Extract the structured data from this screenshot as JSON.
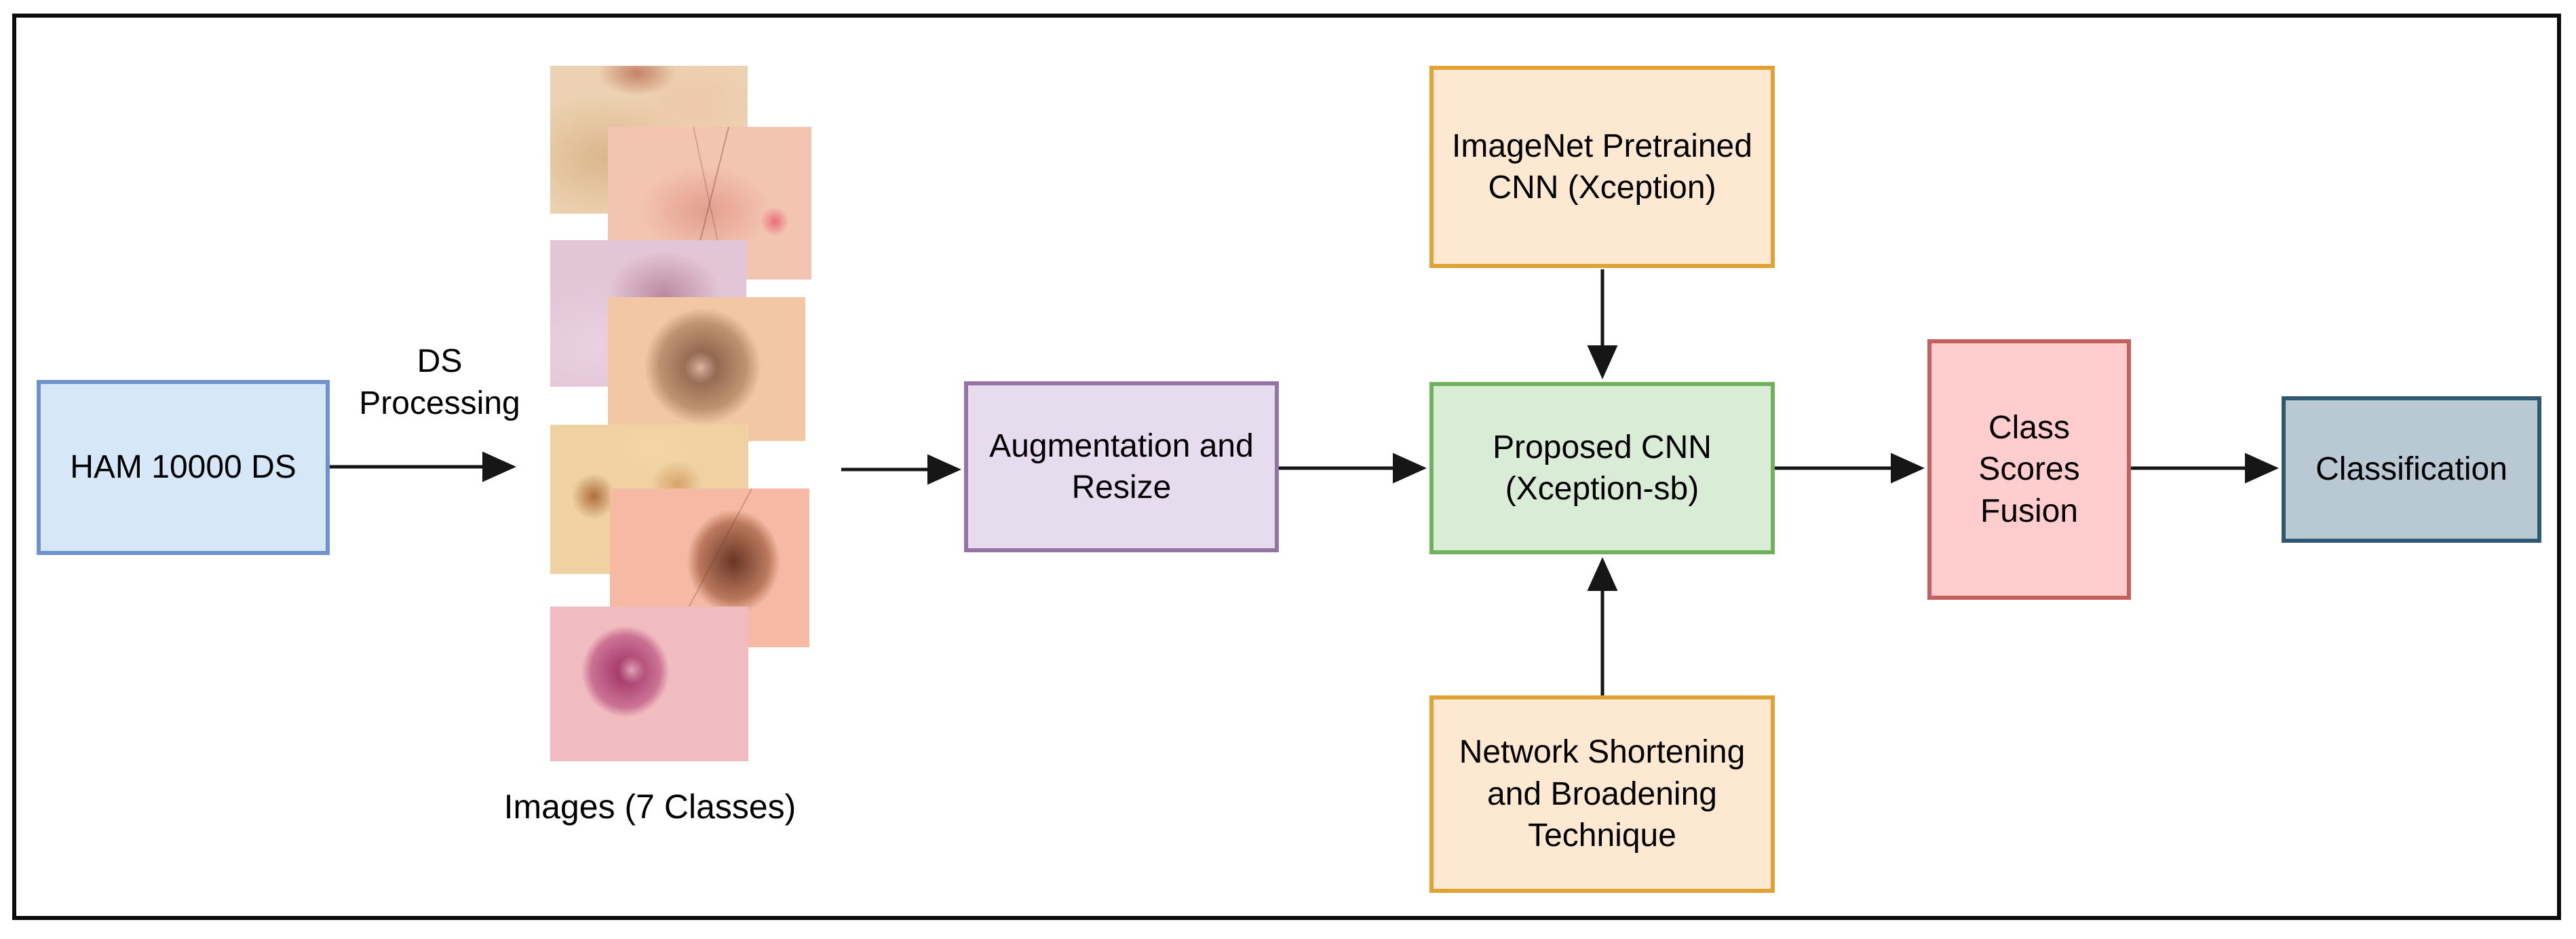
{
  "figure": {
    "type": "flow-diagram",
    "topic": "Skin lesion classification pipeline (HAM10000)"
  },
  "colors": {
    "arrow": "#161616",
    "frame": "#0c0c0c"
  },
  "labels": {
    "ds_processing": "DS\nProcessing",
    "images_caption": "Images (7 Classes)"
  },
  "nodes": {
    "dataset": {
      "label": "HAM 10000 DS",
      "fill": "#d6e7f8",
      "stroke": "#6e93cc"
    },
    "augmentation": {
      "label": "Augmentation and\nResize",
      "fill": "#e7dcee",
      "stroke": "#9673a6"
    },
    "pretrained_cnn": {
      "label": "ImageNet Pretrained\nCNN (Xception)",
      "fill": "#fde9d2",
      "stroke": "#e2a233"
    },
    "proposed_cnn": {
      "label": "Proposed CNN\n(Xception-sb)",
      "fill": "#d9ecd6",
      "stroke": "#6fb25c"
    },
    "network_technique": {
      "label": "Network Shortening\nand Broadening\nTechnique",
      "fill": "#fde9d2",
      "stroke": "#e2a233"
    },
    "class_scores_fusion": {
      "label": "Class\nScores\nFusion",
      "fill": "#ffcdcd",
      "stroke": "#c4605d"
    },
    "classification": {
      "label": "Classification",
      "fill": "#b8c9d4",
      "stroke": "#2f5871"
    }
  },
  "stack_images": [
    {
      "name": "dermoscopy-sample-1",
      "description": "pale beige skin patch"
    },
    {
      "name": "dermoscopy-sample-2",
      "description": "pink skin with dark hairs"
    },
    {
      "name": "dermoscopy-sample-3",
      "description": "light purple-mauve lesion"
    },
    {
      "name": "dermoscopy-sample-4",
      "description": "round brown nevus"
    },
    {
      "name": "dermoscopy-sample-5",
      "description": "yellowish crusty keratosis"
    },
    {
      "name": "dermoscopy-sample-6",
      "description": "dark brown blotch lesion"
    },
    {
      "name": "dermoscopy-sample-7",
      "description": "purple-red vascular lesion"
    }
  ],
  "edges": [
    {
      "from": "HAM 10000 DS",
      "to": "Images (7 Classes)",
      "label": "DS Processing"
    },
    {
      "from": "Images (7 Classes)",
      "to": "Augmentation and Resize",
      "label": ""
    },
    {
      "from": "Augmentation and Resize",
      "to": "Proposed CNN (Xception-sb)",
      "label": ""
    },
    {
      "from": "ImageNet Pretrained CNN (Xception)",
      "to": "Proposed CNN (Xception-sb)",
      "label": ""
    },
    {
      "from": "Network Shortening and Broadening Technique",
      "to": "Proposed CNN (Xception-sb)",
      "label": ""
    },
    {
      "from": "Proposed CNN (Xception-sb)",
      "to": "Class Scores Fusion",
      "label": ""
    },
    {
      "from": "Class Scores Fusion",
      "to": "Classification",
      "label": ""
    }
  ]
}
